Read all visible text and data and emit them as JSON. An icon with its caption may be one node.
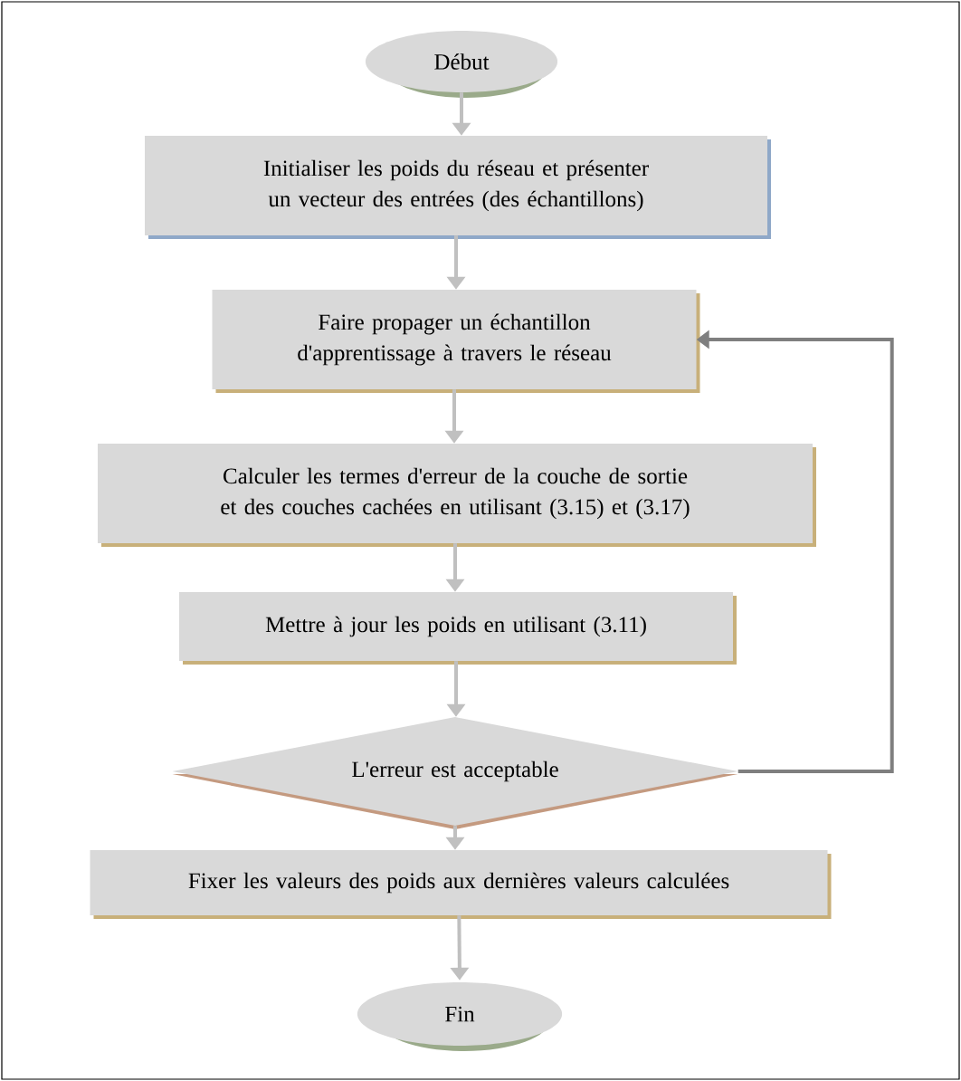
{
  "diagram": {
    "nodes": [
      {
        "text": [
          "Début"
        ]
      },
      {
        "text": [
          "Initialiser les poids du réseau et présenter un vecteur des entrées (des échantillons)"
        ]
      },
      {
        "text": [
          "Faire propager un échantillon d'apprentissage à travers le réseau"
        ]
      },
      {
        "text": [
          "Calculer les termes d'erreur de la couche de sortie et des couches cachées en utilisant (3.15) et (3.17)"
        ]
      },
      {
        "text": [
          "Mettre à jour les poids en utilisant (3.11)"
        ]
      },
      {
        "text": [
          "L'erreur est acceptable"
        ]
      },
      {
        "text": [
          "Fixer les valeurs des poids aux dernières valeurs calculées"
        ]
      },
      {
        "text": [
          "Fin"
        ]
      }
    ],
    "edges": [
      {
        "from": 0,
        "to": 1,
        "arrow": "to"
      },
      {
        "from": 1,
        "to": 2,
        "arrow": "to"
      },
      {
        "from": 2,
        "to": 3,
        "arrow": "to"
      },
      {
        "from": 3,
        "to": 4,
        "arrow": "to"
      },
      {
        "from": 4,
        "to": 5,
        "arrow": "to"
      },
      {
        "from": 5,
        "to": 6,
        "arrow": "to"
      },
      {
        "from": 6,
        "to": 7,
        "arrow": "to"
      },
      {
        "from": 5,
        "to": 2,
        "arrow": "to",
        "color": "#7f7f7f"
      }
    ]
  }
}
